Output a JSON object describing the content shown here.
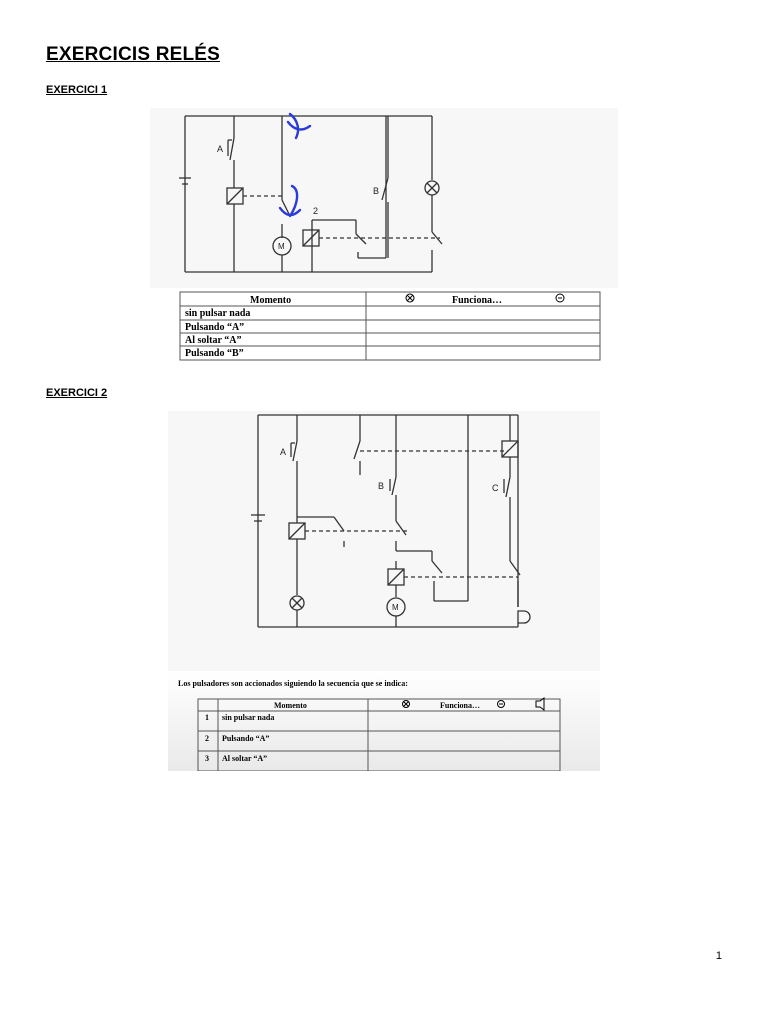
{
  "document": {
    "title": "EXERCICIS RELÉS",
    "page_number": "1"
  },
  "exercise1": {
    "heading": "EXERCICI 1",
    "labels": {
      "a": "A",
      "b": "B",
      "two": "2",
      "m": "M"
    },
    "table": {
      "header_moment": "Momento",
      "header_works": "Funciona…",
      "header_icons": [
        "lamp-icon",
        "motor-icon"
      ],
      "rows": [
        "sin pulsar nada",
        "Pulsando  “A”",
        "Al soltar “A”",
        "Pulsando “B”"
      ]
    },
    "annotation_color": "#2b3bd8"
  },
  "exercise2": {
    "heading": "EXERCICI 2",
    "labels": {
      "a": "A",
      "b": "B",
      "c": "C",
      "m": "M"
    },
    "caption": "Los pulsadores son accionados siguiendo la secuencia que se indica:",
    "table": {
      "header_moment": "Momento",
      "header_works": "Funciona…",
      "header_icons": [
        "lamp-icon",
        "motor-icon",
        "bell-icon"
      ],
      "rows": [
        {
          "num": "1",
          "label": "sin pulsar nada"
        },
        {
          "num": "2",
          "label": "Pulsando  “A”"
        },
        {
          "num": "3",
          "label": "Al soltar “A”"
        }
      ]
    }
  }
}
